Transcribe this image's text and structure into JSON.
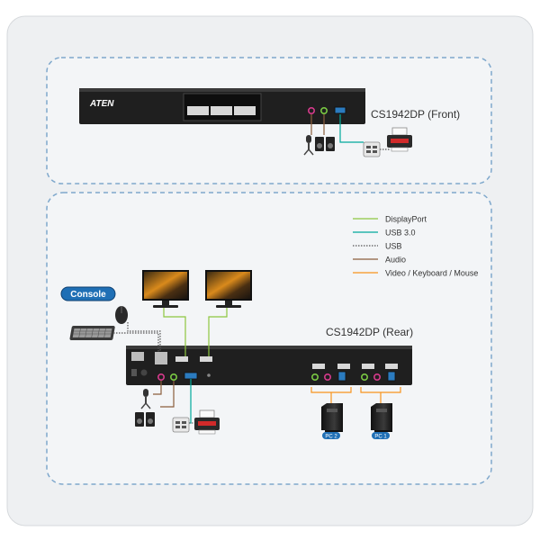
{
  "brand": "ATEN",
  "front": {
    "title": "CS1942DP (Front)"
  },
  "rear": {
    "title": "CS1942DP (Rear)"
  },
  "console_label": "Console",
  "pc_labels": [
    "PC 2",
    "PC 1"
  ],
  "legend": [
    {
      "label": "DisplayPort",
      "color": "#8dc63f",
      "style": "solid"
    },
    {
      "label": "USB 3.0",
      "color": "#00a99d",
      "style": "solid"
    },
    {
      "label": "USB",
      "color": "#555555",
      "style": "dotted"
    },
    {
      "label": "Audio",
      "color": "#8b5e3c",
      "style": "solid"
    },
    {
      "label": "Video / Keyboard / Mouse",
      "color": "#f7941d",
      "style": "solid"
    }
  ],
  "colors": {
    "background": "#f0f2f4",
    "dashed_border": "#7fa8cc",
    "device_body": "#1f1f1f",
    "console_badge": "#1f6fb5"
  },
  "icons": [
    "microphone-icon",
    "speakers-icon",
    "printer-icon",
    "usb-hub-icon",
    "monitor-icon",
    "mouse-icon",
    "keyboard-icon",
    "pc-tower-icon"
  ]
}
